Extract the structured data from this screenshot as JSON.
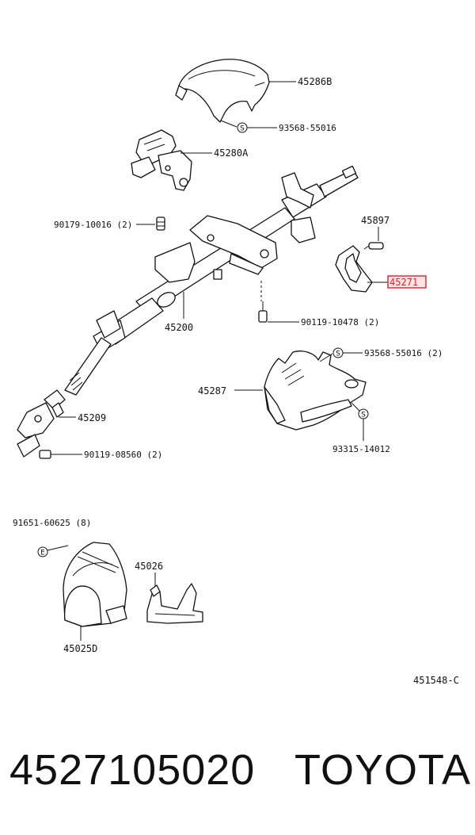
{
  "diagram": {
    "callouts": {
      "c45286B": "45286B",
      "c93568a": "93568-55016",
      "c45280A": "45280A",
      "c90179": "90179-10016 (2)",
      "c45897": "45897",
      "c45271": "45271",
      "c45200": "45200",
      "c90119a": "90119-10478 (2)",
      "c93568b": "93568-55016 (2)",
      "c45287": "45287",
      "c45209": "45209",
      "c90119b": "90119-08560 (2)",
      "c93315": "93315-14012",
      "c91651": "91651-60625 (8)",
      "c45026": "45026",
      "c45025D": "45025D",
      "figure_code": "451548-C"
    },
    "symbols": {
      "s": "S",
      "e": "E"
    },
    "highlight_color": "#e0202a"
  },
  "footer": {
    "part_number": "4527105020",
    "brand": "TOYOTA"
  }
}
